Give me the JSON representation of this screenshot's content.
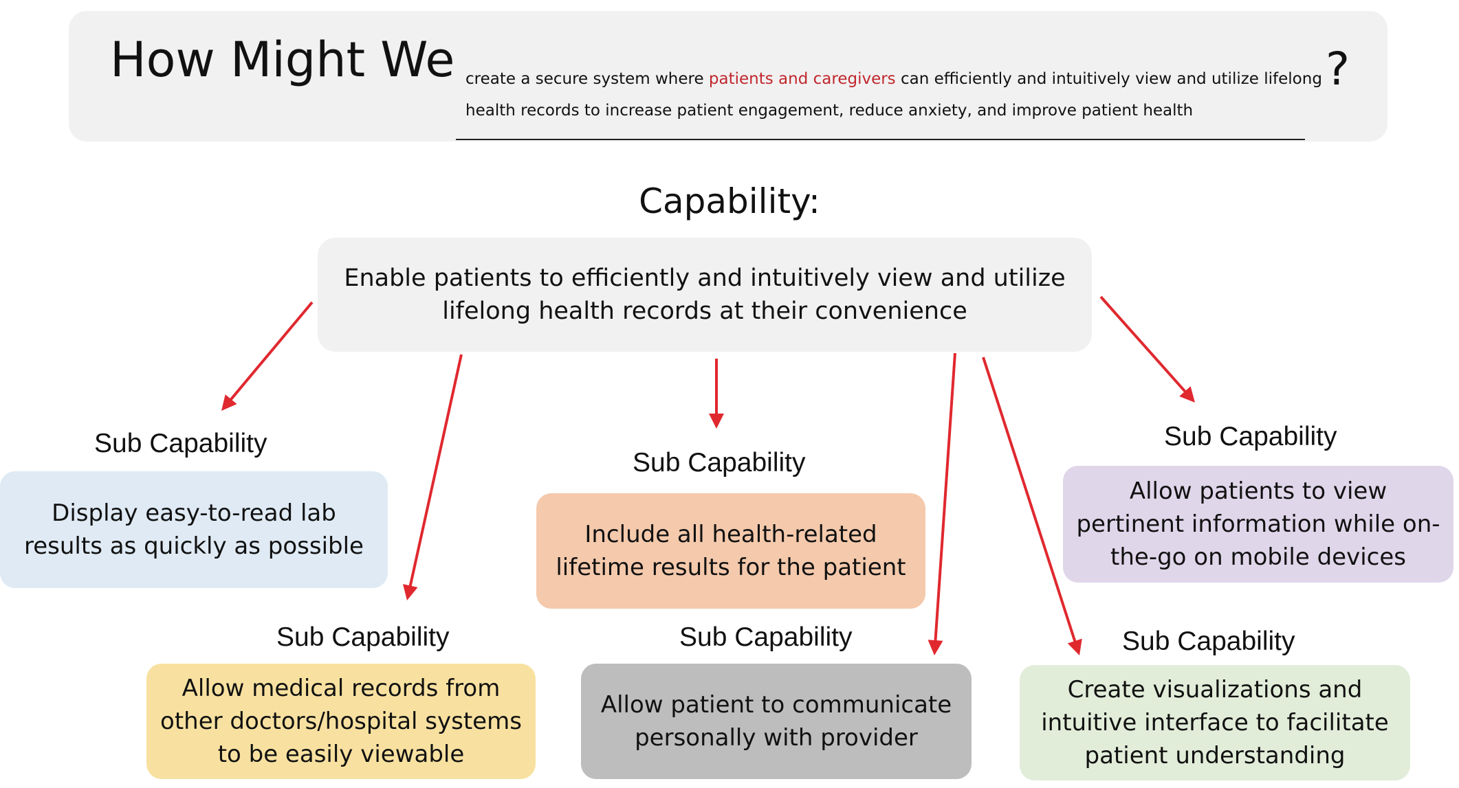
{
  "hmw": {
    "title": "How Might We",
    "statement_part1": "create a secure system where ",
    "statement_highlight": "patients and caregivers",
    "statement_part2": " can efficiently and intuitively view and utilize lifelong health records to increase patient engagement, reduce anxiety, and improve patient health",
    "question_mark": "?",
    "highlight_color": "#c0272d"
  },
  "capability": {
    "heading": "Capability:",
    "text": "Enable patients to efficiently and intuitively view and utilize lifelong health records at their convenience"
  },
  "sub_capabilities": [
    {
      "label": "Sub Capability",
      "text": "Display easy-to-read lab results as quickly as possible",
      "color": "#dfeaf4"
    },
    {
      "label": "Sub Capability",
      "text": "Allow medical records from other doctors/hospital systems to be easily viewable",
      "color": "#f8e1a0"
    },
    {
      "label": "Sub Capability",
      "text": "Include all health-related lifetime results for the patient",
      "color": "#f4c9ac"
    },
    {
      "label": "Sub Capability",
      "text": "Allow patient to communicate personally with provider",
      "color": "#bdbdbd"
    },
    {
      "label": "Sub Capability",
      "text": "Create visualizations and intuitive interface to facilitate patient understanding",
      "color": "#e1edd9"
    },
    {
      "label": "Sub Capability",
      "text": "Allow patients to view pertinent information while on-the-go on mobile devices",
      "color": "#e0d6ea"
    }
  ],
  "arrow_color": "#e0282f"
}
